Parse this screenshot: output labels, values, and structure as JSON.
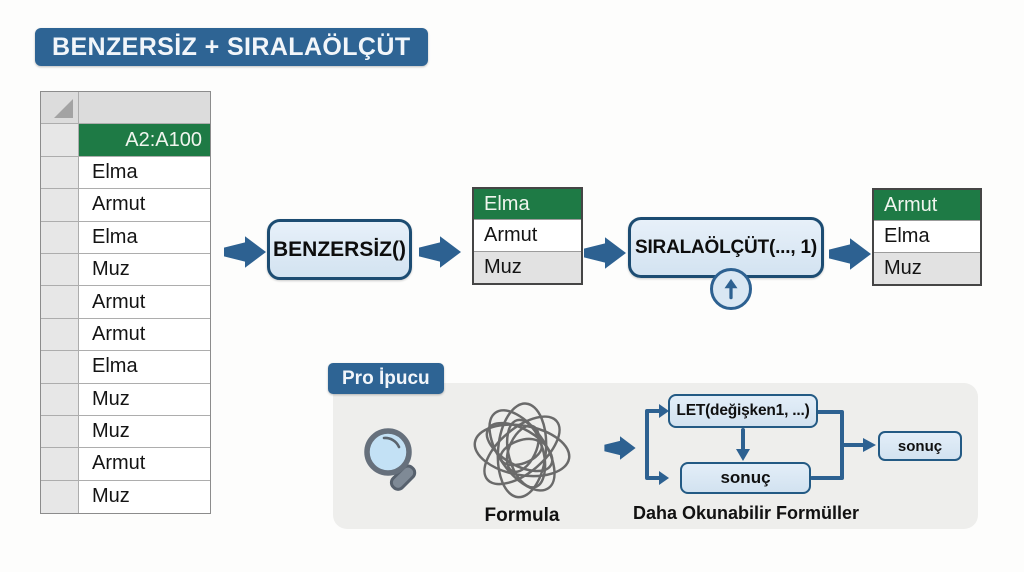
{
  "title": "BENZERSİZ + SIRALAÖLÇÜT",
  "colors": {
    "accent_blue": "#2e6494",
    "arrow_blue": "#2d6191",
    "box_border_blue": "#1c4c72",
    "box_fill_blue": "#dce9f5",
    "excel_green": "#1e7a45",
    "panel_gray": "#eeeeec"
  },
  "spreadsheet": {
    "range_header": "A2:A100",
    "rows": [
      "Elma",
      "Armut",
      "Elma",
      "Muz",
      "Armut",
      "Armut",
      "Elma",
      "Muz",
      "Muz",
      "Armut",
      "Muz"
    ]
  },
  "flow": {
    "step1_label": "BENZERSİZ()",
    "table1": {
      "header": "Elma",
      "rows": [
        "Armut",
        "Muz"
      ]
    },
    "step2_label": "SIRALAÖLÇÜT(..., 1)",
    "sort_icon": "up-arrow-icon",
    "table2": {
      "header": "Armut",
      "rows": [
        "Elma",
        "Muz"
      ]
    }
  },
  "pro_tip": {
    "label": "Pro İpucu",
    "magnifier_icon": "magnifier-icon",
    "scribble_icon": "tangled-formula-icon",
    "formula_caption": "Formula",
    "let_box_label": "LET(değişken1, ...)",
    "result_box1_label": "sonuç",
    "result_box2_label": "sonuç",
    "readable_caption": "Daha Okunabilir Formüller"
  }
}
